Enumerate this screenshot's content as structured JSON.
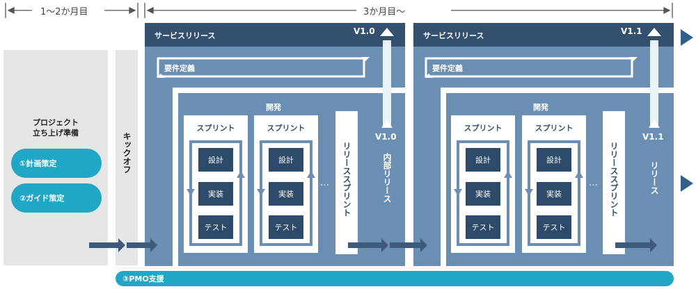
{
  "timeline": {
    "phase1": "1～2か月目",
    "phase2": "3か月目～"
  },
  "prep": {
    "title_line1": "プロジェクト",
    "title_line2": "立ち上げ準備",
    "step1": "①計画策定",
    "step2": "②ガイド策定"
  },
  "kickoff": "キックオフ",
  "pmo": "③PMO支援",
  "release_blocks": [
    {
      "service_release": "サービスリリース",
      "version": "V1.0",
      "requirements": "要件定義",
      "development": "開発",
      "sprints": [
        {
          "title": "スプリント",
          "tasks": [
            "設計",
            "実装",
            "テスト"
          ]
        },
        {
          "title": "スプリント",
          "tasks": [
            "設計",
            "実装",
            "テスト"
          ]
        }
      ],
      "ellipsis": "…",
      "release_sprint": "リリーススプリント",
      "side_version": "V1.0",
      "side_label": "内部リリース"
    },
    {
      "service_release": "サービスリリース",
      "version": "V1.1",
      "requirements": "要件定義",
      "development": "開発",
      "sprints": [
        {
          "title": "スプリント",
          "tasks": [
            "設計",
            "実装",
            "テスト"
          ]
        },
        {
          "title": "スプリント",
          "tasks": [
            "設計",
            "実装",
            "テスト"
          ]
        }
      ],
      "ellipsis": "…",
      "release_sprint": "リリーススプリント",
      "side_version": "V1.1",
      "side_label": "リリース"
    }
  ],
  "colors": {
    "dark_navy": "#33506e",
    "mid_blue": "#6b8fb3",
    "light_blue": "#b9cde0",
    "task_box": "#2e4a6a",
    "teal": "#1fa7c5",
    "gray": "#e6e6e6",
    "arrow": "#3d5a7a"
  }
}
